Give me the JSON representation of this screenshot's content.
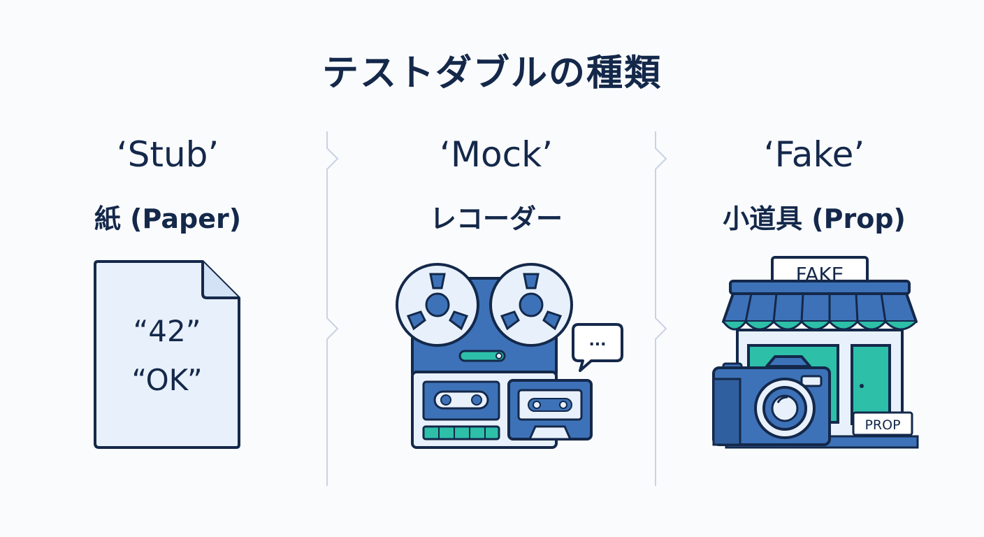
{
  "diagram": {
    "title": "テストダブルの種類",
    "columns": [
      {
        "name": "‘Stub’",
        "subtitle": "紙 (Paper)",
        "illustration": {
          "icon": "paper-document-icon",
          "lines": [
            "“42”",
            "“OK”"
          ]
        }
      },
      {
        "name": "‘Mock’",
        "subtitle": "レコーダー",
        "illustration": {
          "icon": "reel-tape-recorder-icon",
          "bubble": "..."
        }
      },
      {
        "name": "‘Fake’",
        "subtitle": "小道具 (Prop)",
        "illustration": {
          "icon": "shop-storefront-icon",
          "sign": "FAKE",
          "tag": "PROP"
        }
      }
    ]
  },
  "colors": {
    "navy": "#14284a",
    "blue": "#3d72b8",
    "light_blue": "#e8f1fb",
    "teal": "#2dbfa8",
    "divider": "#c8d3e2"
  }
}
